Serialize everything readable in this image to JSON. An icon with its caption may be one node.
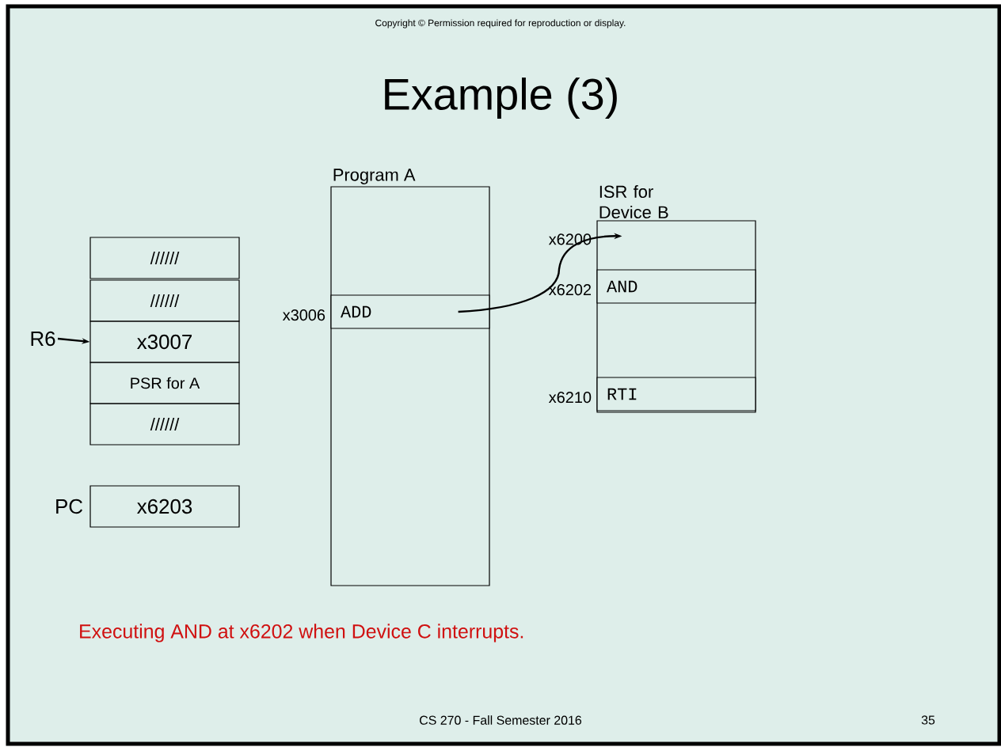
{
  "diagram": {
    "title": "Example (3)",
    "nodes": [
      {
        "text": [
          "//////"
        ]
      },
      {
        "text": [
          "//////"
        ]
      },
      {
        "text": [
          "x3007"
        ]
      },
      {
        "text": [
          "PSR for A"
        ]
      },
      {
        "text": [
          "//////"
        ]
      },
      {
        "text": [
          "x6203"
        ],
        "beside": [
          "PC"
        ]
      },
      {
        "text": [
          "Program A"
        ]
      },
      {
        "text": [
          "ADD"
        ],
        "in": 6,
        "beside": [
          "x3006"
        ]
      },
      {
        "text": [
          "ISR for Device B"
        ],
        "beside": [
          "x6200"
        ]
      },
      {
        "text": [
          "AND"
        ],
        "in": 8,
        "beside": [
          "x6202"
        ]
      },
      {
        "text": [
          "RTI"
        ],
        "in": 8,
        "beside": [
          "x6210"
        ]
      },
      {
        "text": [
          "R6"
        ]
      }
    ],
    "edges": [
      {
        "from": 11,
        "to": 2,
        "arrow": "to"
      },
      {
        "from": 7,
        "to": 8,
        "arrow": "to"
      }
    ],
    "labels": [
      "Copyright © Permission required for reproduction or display.",
      "Executing AND at x6202 when Device C interrupts.",
      "CS 270 - Fall Semester 2016",
      "35"
    ]
  }
}
